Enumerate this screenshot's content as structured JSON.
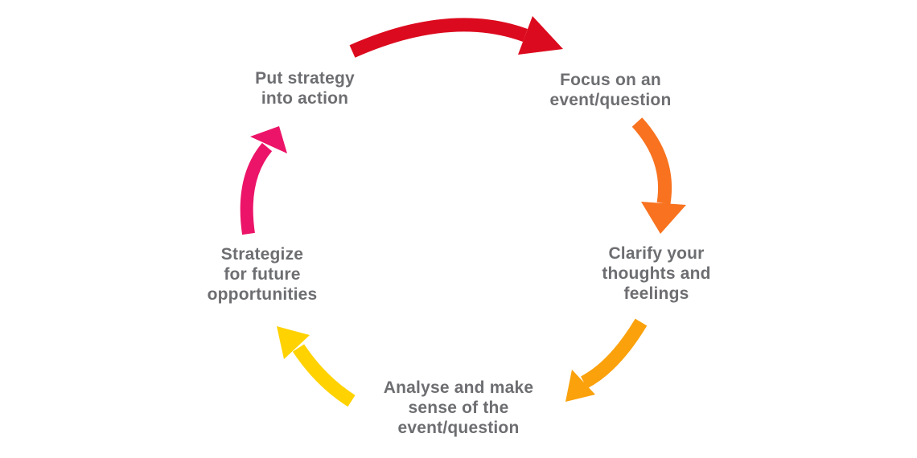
{
  "diagram": {
    "background": "#ffffff",
    "text_color": "#6d6e71",
    "steps": [
      {
        "id": "put-strategy",
        "label": "Put strategy\ninto action"
      },
      {
        "id": "focus",
        "label": "Focus on an\nevent/question"
      },
      {
        "id": "clarify",
        "label": "Clarify your\nthoughts and\nfeelings"
      },
      {
        "id": "analyse",
        "label": "Analyse and make\nsense of the\nevent/question"
      },
      {
        "id": "strategize",
        "label": "Strategize\nfor future\nopportunities"
      }
    ],
    "arrows": [
      {
        "from": "put-strategy",
        "to": "focus",
        "color": "#dc0a1e"
      },
      {
        "from": "focus",
        "to": "clarify",
        "color": "#f8721f"
      },
      {
        "from": "clarify",
        "to": "analyse",
        "color": "#faa10b"
      },
      {
        "from": "analyse",
        "to": "strategize",
        "color": "#ffd200"
      },
      {
        "from": "strategize",
        "to": "put-strategy",
        "color": "#ec1468"
      }
    ]
  }
}
